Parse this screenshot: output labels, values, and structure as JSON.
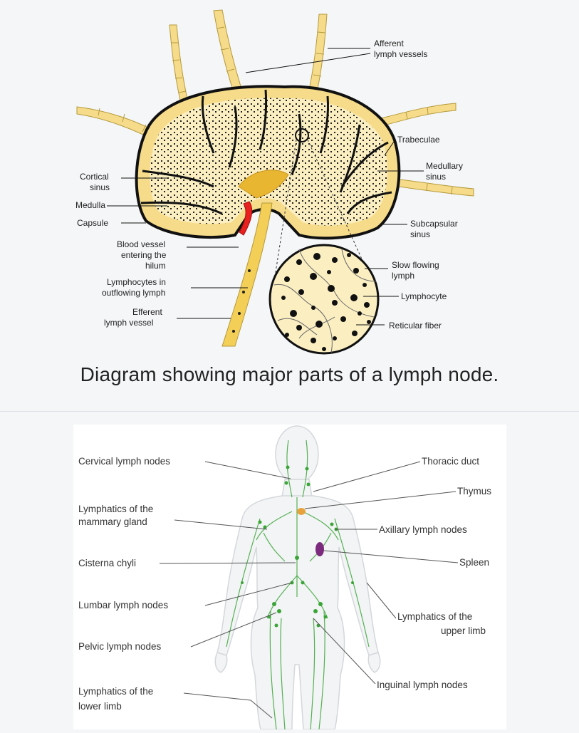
{
  "node_diagram": {
    "labels": {
      "afferent_1": "Afferent",
      "afferent_2": "lymph vessels",
      "trabeculae": "Trabeculae",
      "medullary_1": "Medullary",
      "medullary_2": "sinus",
      "cortical_1": "Cortical",
      "cortical_2": "sinus",
      "medulla": "Medulla",
      "capsule": "Capsule",
      "subcapsular_1": "Subcapsular",
      "subcapsular_2": "sinus",
      "blood_1": "Blood vessel",
      "blood_2": "entering the",
      "blood_3": "hilum",
      "slow_1": "Slow flowing",
      "slow_2": "lymph",
      "lymphocyte": "Lymphocyte",
      "lympho_out_1": "Lymphocytes in",
      "lympho_out_2": "outflowing lymph",
      "reticular": "Reticular fiber",
      "efferent_1": "Efferent",
      "efferent_2": "lymph vessel"
    },
    "caption": "Diagram showing major parts of a lymph node."
  },
  "body_diagram": {
    "labels": {
      "cervical": "Cervical lymph nodes",
      "thoracic": "Thoracic duct",
      "thymus": "Thymus",
      "mammary_1": "Lymphatics of the",
      "mammary_2": "mammary gland",
      "axillary": "Axillary lymph nodes",
      "cisterna": "Cisterna chyli",
      "spleen": "Spleen",
      "lumbar": "Lumbar lymph nodes",
      "upper_1": "Lymphatics of the",
      "upper_2": "upper limb",
      "pelvic": "Pelvic lymph nodes",
      "inguinal": "Inguinal lymph nodes",
      "lower_1": "Lymphatics of the",
      "lower_2": "lower limb"
    }
  },
  "colors": {
    "node_fill": "#f6dc8a",
    "node_inner": "#fbefc2",
    "vessel": "#f3cf57",
    "blood": "#e8201e",
    "lymph_green": "#3aa537",
    "thymus": "#e8a23c",
    "spleen": "#7b2a7d"
  }
}
